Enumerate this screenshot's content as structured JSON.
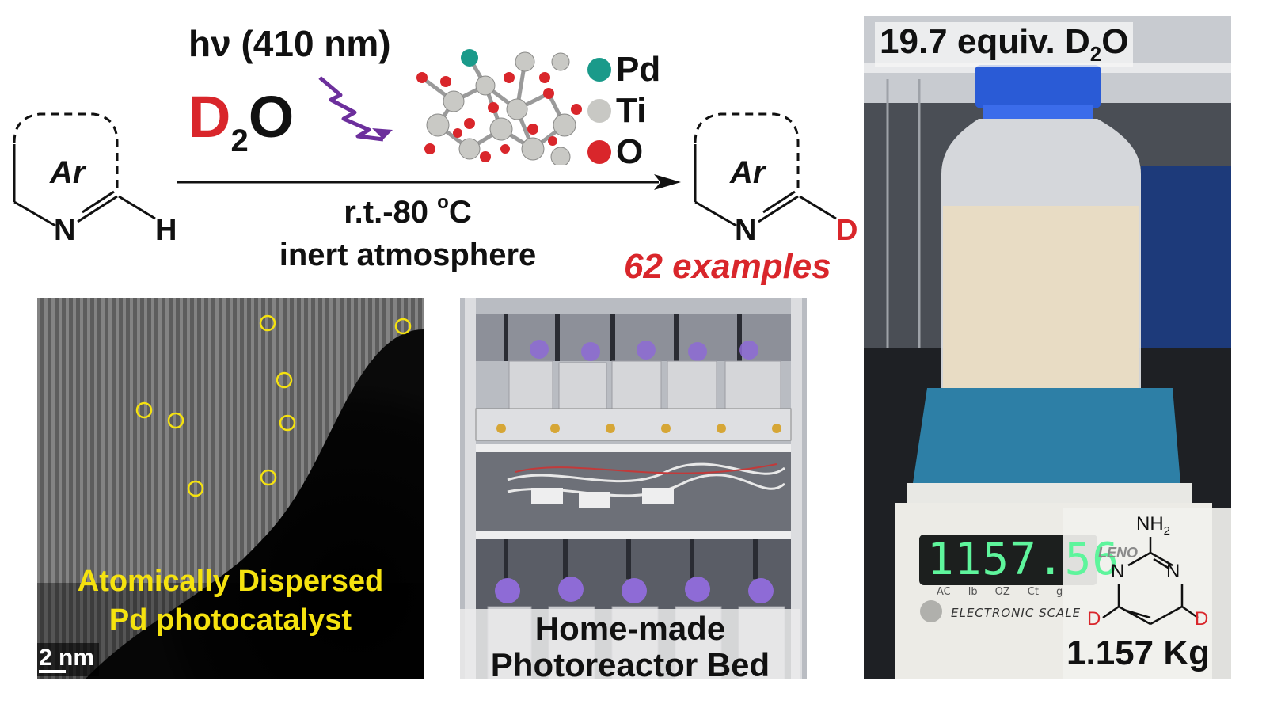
{
  "scheme": {
    "light": "hν (410 nm)",
    "d2o_d": "D",
    "d2o_sub": "2",
    "d2o_o": "O",
    "temp": "r.t.-80",
    "temp_unit_sup": "o",
    "temp_unit": "C",
    "atmosphere": "inert atmosphere",
    "examples": "62 examples",
    "reactant_ring_label": "Ar",
    "reactant_n": "N",
    "reactant_h": "H",
    "product_ring_label": "Ar",
    "product_n": "N",
    "product_d": "D",
    "legend": [
      {
        "label": "Pd",
        "color": "#1a9a8a"
      },
      {
        "label": "Ti",
        "color": "#c8c8c4"
      },
      {
        "label": "O",
        "color": "#d9262b"
      }
    ]
  },
  "tem": {
    "caption_line1": "Atomically Dispersed",
    "caption_line2": "Pd photocatalyst",
    "scalebar": "2 nm",
    "highlight_color": "#f5e20f"
  },
  "reactor": {
    "caption_line1": "Home-made",
    "caption_line2": "Photoreactor Bed"
  },
  "scale": {
    "equiv_text": "19.7 equiv. D",
    "equiv_sub": "2",
    "equiv_o": "O",
    "display": "1157.56",
    "brand": "LENO",
    "scale_name": "ELECTRONIC SCALE",
    "keys": [
      "AC",
      "lb",
      "OZ",
      "Ct",
      "g"
    ],
    "mass": "1.157 Kg",
    "molecule": {
      "nh2": "NH",
      "nh2_sub": "2",
      "n_left": "N",
      "n_right": "N",
      "d_left": "D",
      "d_right": "D"
    }
  }
}
